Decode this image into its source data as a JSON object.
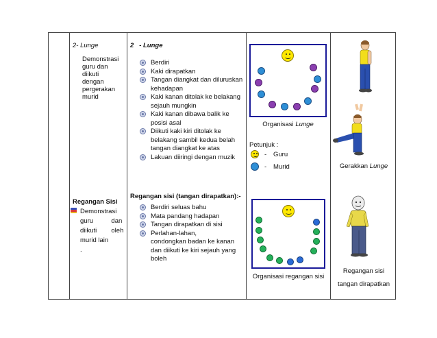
{
  "col1": {
    "lunge_heading": "2-  Lunge",
    "lunge_text_lines": [
      "Demonstrasi",
      "guru dan",
      "diikuti",
      "dengan",
      "pergerakan",
      "murid"
    ],
    "regangan_heading": "Regangan Sisi",
    "regangan_text_lines": [
      "Demonstrasi",
      "guru          dan",
      "diikuti        oleh",
      "murid lain",
      "."
    ]
  },
  "col2": {
    "lunge_heading": "2   - Lunge",
    "lunge_items": [
      "Berdiri",
      "Kaki dirapatkan",
      "Tangan diangkat dan diluruskan kehadapan",
      "Kaki kanan ditolak ke belakang sejauh mungkin",
      "Kaki kanan dibawa balik ke posisi asal",
      "Diikuti kaki kiri ditolak ke belakang sambil kedua belah tangan diangkat ke atas",
      "Lakuan diiringi dengan muzik"
    ],
    "regangan_heading": "Regangan sisi (tangan dirapatkan):-",
    "regangan_items": [
      "Berdiri seluas bahu",
      "Mata pandang hadapan",
      "Tangan dirapatkan di sisi",
      "Perlahan-lahan,        condongkan badan ke kanan dan diikuti ke kiri sejauh yang boleh"
    ]
  },
  "col3": {
    "org_lunge_prefix": "Organisasi ",
    "org_lunge_word": "Lunge",
    "petunjuk_label": "Petunjuk :",
    "legend": [
      {
        "dash": "-",
        "label": "Guru",
        "icon": "teacher-face-icon"
      },
      {
        "dash": "-",
        "label": "Murid",
        "icon": "student-face-icon"
      }
    ],
    "org_regangan_caption": "Organisasi regangan sisi"
  },
  "col4": {
    "gerakan_prefix": "Gerakkan ",
    "gerakan_word": "Lunge",
    "regangan_caption_lines": [
      "Regangan sisi",
      "tangan dirapatkan"
    ]
  },
  "colors": {
    "frame_border": "#1a1a99",
    "teacher_face": "#ffe800",
    "student_blue": "#2e8fd6",
    "student_purple": "#8b3fb0",
    "student_green": "#25b05a"
  }
}
